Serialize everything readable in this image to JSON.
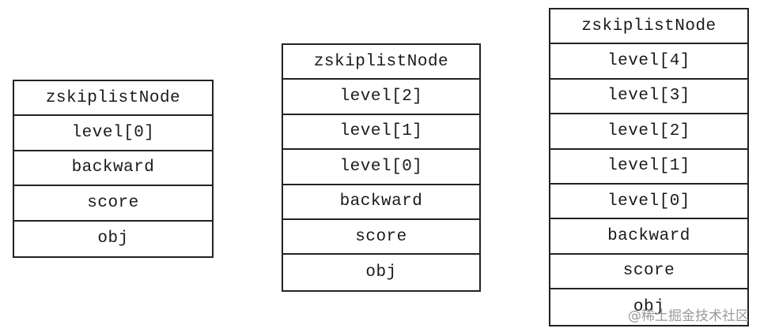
{
  "nodes": [
    {
      "title": "zskiplistNode",
      "fields": [
        "level[0]",
        "backward",
        "score",
        "obj"
      ]
    },
    {
      "title": "zskiplistNode",
      "fields": [
        "level[2]",
        "level[1]",
        "level[0]",
        "backward",
        "score",
        "obj"
      ]
    },
    {
      "title": "zskiplistNode",
      "fields": [
        "level[4]",
        "level[3]",
        "level[2]",
        "level[1]",
        "level[0]",
        "backward",
        "score",
        "obj"
      ]
    }
  ],
  "watermark": "@稀土掘金技术社区"
}
